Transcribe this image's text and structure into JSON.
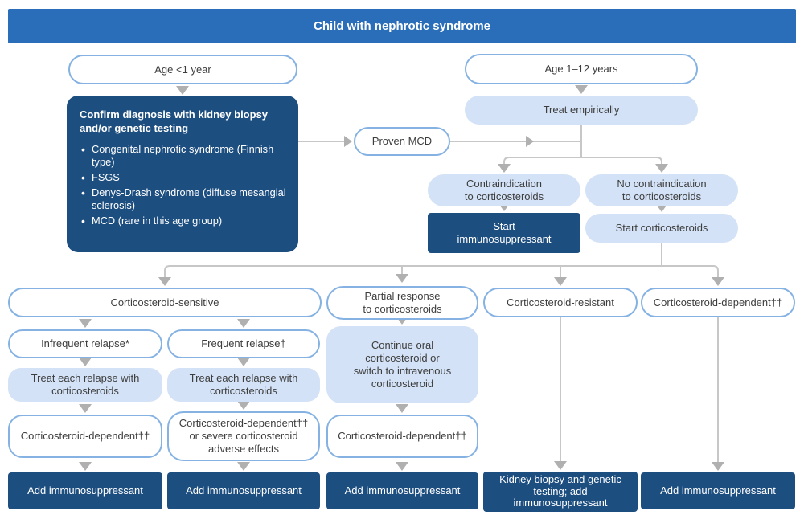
{
  "banner": {
    "title": "Child with nephrotic syndrome"
  },
  "colors": {
    "banner_blue": "#2a6db8",
    "navy_box": "#1d4e80",
    "light_blue_box": "#d3e2f6",
    "pill_border": "#85b2e2",
    "connector_line": "#c7c7c7",
    "arrowhead": "#b0b0b0",
    "text_dark": "#3d3d3d",
    "text_light": "#ffffff"
  },
  "nodes": {
    "age_under_1": "Age <1 year",
    "confirm_heading": "Confirm diagnosis with kidney biopsy and/or genetic testing",
    "confirm_bullets": [
      "Congenital nephrotic syndrome (Finnish type)",
      "FSGS",
      "Denys-Drash syndrome (diffuse mesangial sclerosis)",
      "MCD (rare in this age group)"
    ],
    "age_1_12": "Age 1–12 years",
    "treat_empirically": "Treat empirically",
    "proven_mcd": "Proven MCD",
    "contraindication": "Contraindication\nto corticosteroids",
    "no_contraindication": "No contraindication\nto corticosteroids",
    "start_immunosuppressant": "Start\nimmunosuppressant",
    "start_corticosteroids": "Start corticosteroids",
    "corticosteroid_sensitive": "Corticosteroid-sensitive",
    "infrequent_relapse": "Infrequent relapse*",
    "frequent_relapse": "Frequent relapse†",
    "treat_each_relapse": "Treat each relapse with\ncorticosteroids",
    "corticosteroid_dependent": "Corticosteroid-dependent††",
    "dependent_or_severe": "Corticosteroid-dependent††\nor severe corticosteroid\nadverse effects",
    "add_immunosuppressant": "Add immunosuppressant",
    "partial_response": "Partial response\nto corticosteroids",
    "continue_oral": "Continue oral\ncorticosteroid or\nswitch to intravenous\ncorticosteroid",
    "corticosteroid_resistant": "Corticosteroid-resistant",
    "kidney_biopsy": "Kidney biopsy and genetic\ntesting; add\nimmunosuppressant"
  }
}
